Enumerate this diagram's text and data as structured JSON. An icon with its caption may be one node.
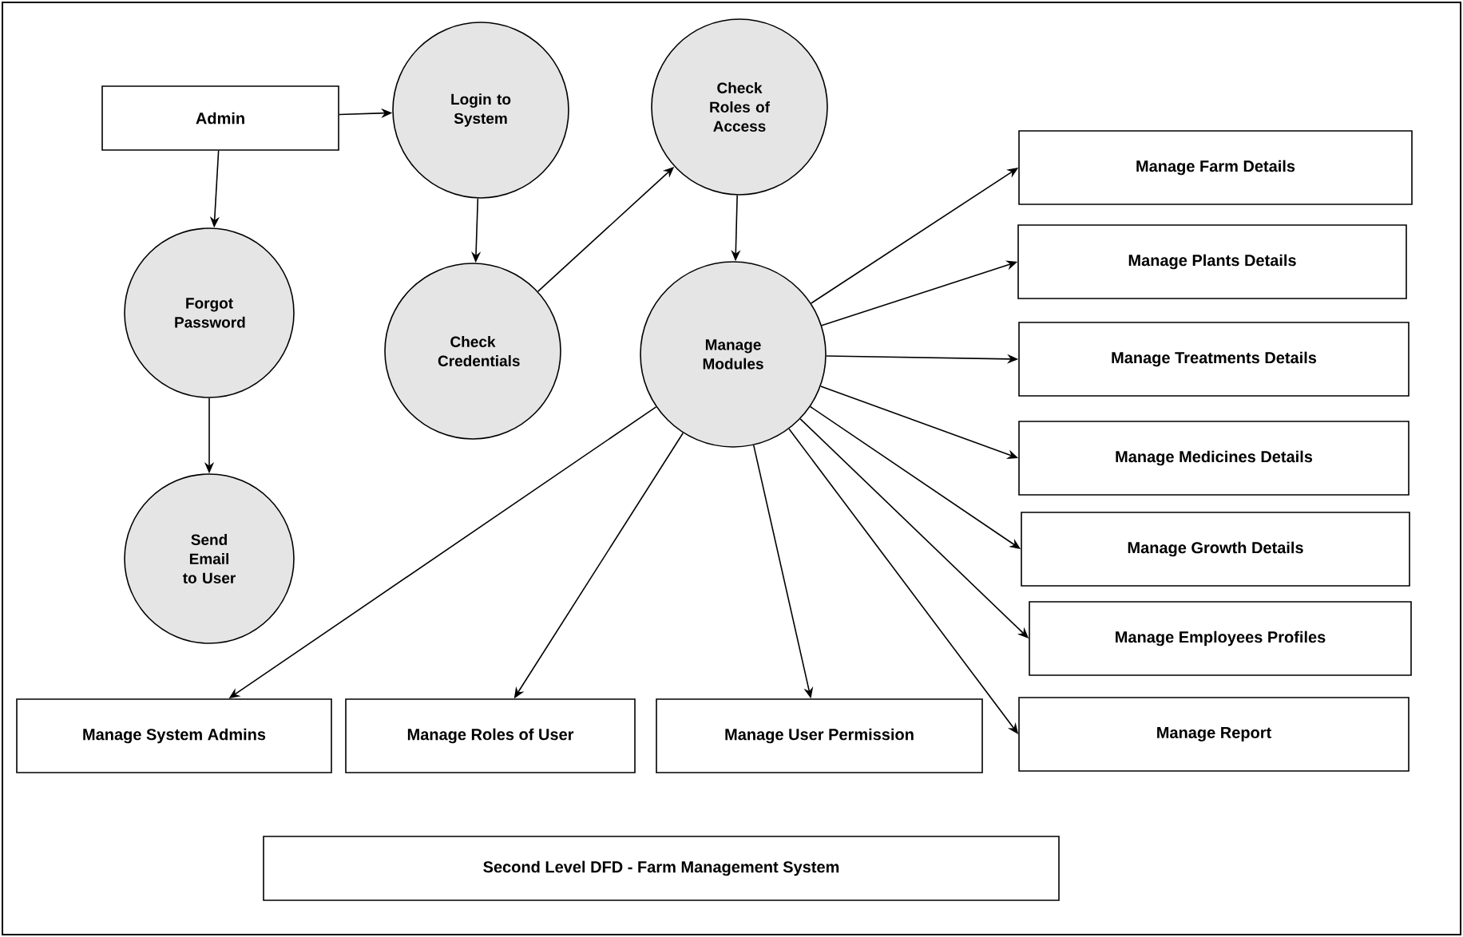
{
  "diagram": {
    "nodes": [
      {
        "text": [
          "Admin"
        ]
      },
      {
        "text": [
          "Login to System"
        ]
      },
      {
        "text": [
          "Check Roles of Access"
        ]
      },
      {
        "text": [
          "Forgot Password"
        ]
      },
      {
        "text": [
          "Check Credentials"
        ]
      },
      {
        "text": [
          "Manage Modules"
        ]
      },
      {
        "text": [
          "Send Email to User"
        ]
      },
      {
        "text": [
          "Manage Farm Details"
        ]
      },
      {
        "text": [
          "Manage Plants Details"
        ]
      },
      {
        "text": [
          "Manage Treatments Details"
        ]
      },
      {
        "text": [
          "Manage Medicines Details"
        ]
      },
      {
        "text": [
          "Manage Growth Details"
        ]
      },
      {
        "text": [
          "Manage Employees Profiles"
        ]
      },
      {
        "text": [
          "Manage System Admins"
        ]
      },
      {
        "text": [
          "Manage Roles of User"
        ]
      },
      {
        "text": [
          "Manage User Permission"
        ]
      },
      {
        "text": [
          "Manage Report"
        ]
      },
      {
        "text": [
          "Second Level DFD - Farm Management System"
        ]
      }
    ],
    "edges": [
      {
        "from": 0,
        "to": 1,
        "arrow": "to"
      },
      {
        "from": 0,
        "to": 3,
        "arrow": "to"
      },
      {
        "from": 1,
        "to": 4,
        "arrow": "to"
      },
      {
        "from": 4,
        "to": 2,
        "arrow": "to"
      },
      {
        "from": 2,
        "to": 5,
        "arrow": "to"
      },
      {
        "from": 3,
        "to": 6,
        "arrow": "to"
      },
      {
        "from": 5,
        "to": 7,
        "arrow": "to"
      },
      {
        "from": 5,
        "to": 8,
        "arrow": "to"
      },
      {
        "from": 5,
        "to": 9,
        "arrow": "to"
      },
      {
        "from": 5,
        "to": 10,
        "arrow": "to"
      },
      {
        "from": 5,
        "to": 11,
        "arrow": "to"
      },
      {
        "from": 5,
        "to": 12,
        "arrow": "to"
      },
      {
        "from": 5,
        "to": 13,
        "arrow": "to"
      },
      {
        "from": 5,
        "to": 14,
        "arrow": "to"
      },
      {
        "from": 5,
        "to": 15,
        "arrow": "to"
      },
      {
        "from": 5,
        "to": 16,
        "arrow": "to"
      }
    ]
  }
}
